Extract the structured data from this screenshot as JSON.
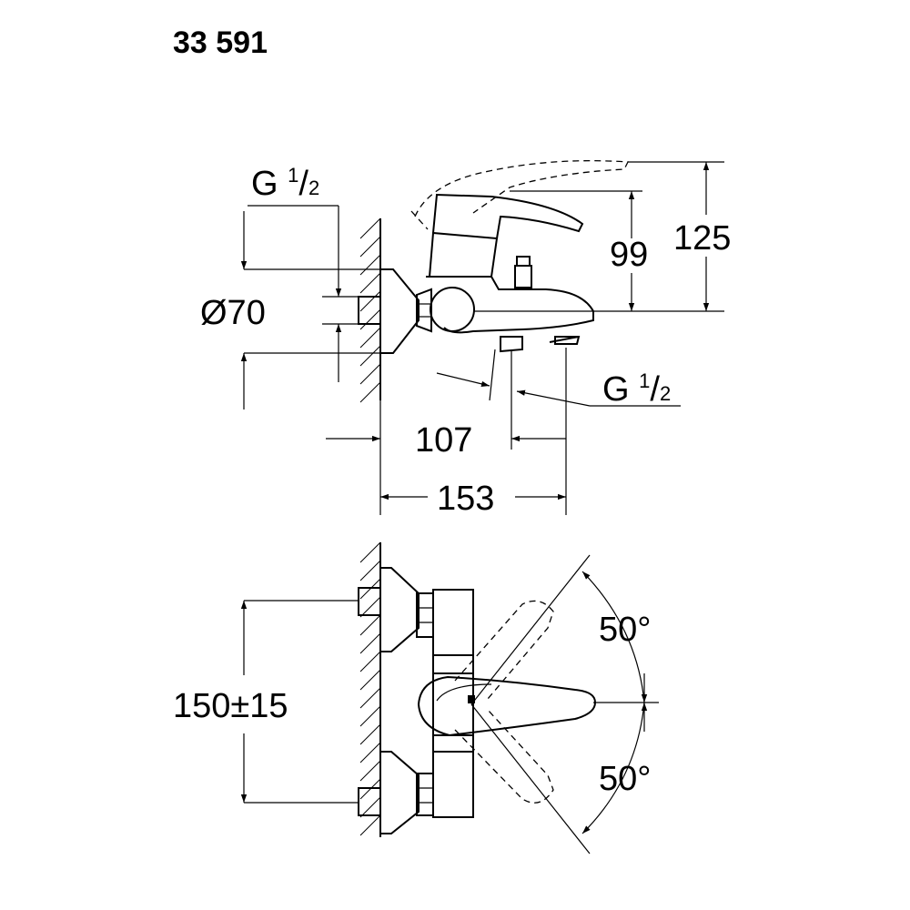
{
  "product_code": "33 591",
  "side_view": {
    "thread_inlet": {
      "base": "G ",
      "num": "1",
      "den": "2"
    },
    "thread_outlet": {
      "base": "G ",
      "num": "1",
      "den": "2"
    },
    "diameter": "Ø70",
    "height_lever": "99",
    "height_total": "125",
    "projection_outlet": "107",
    "projection_total": "153"
  },
  "top_view": {
    "centers": "150±15",
    "angle_upper": "50°",
    "angle_lower": "50°"
  }
}
